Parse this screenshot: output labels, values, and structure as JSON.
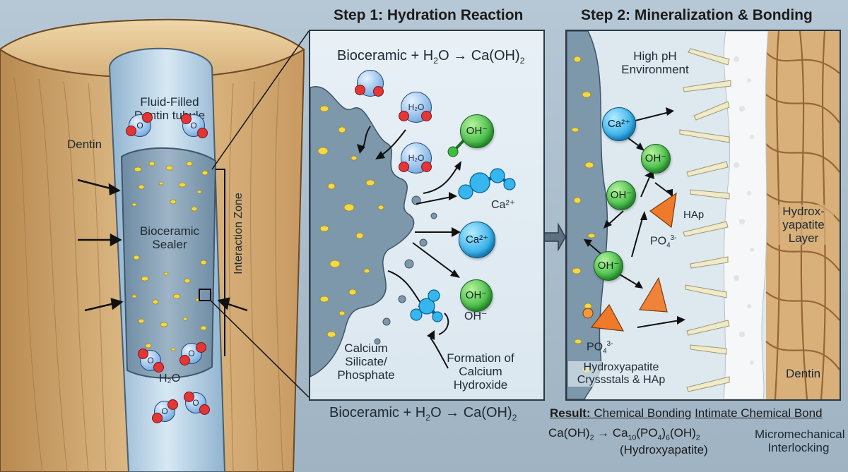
{
  "colors": {
    "dentin": "#d8b27f",
    "sealer": "#7f9bb1",
    "particle": "#f3d94a",
    "ion_green": "#3cbf3e",
    "ion_blue": "#22a7e8",
    "phosphate": "#ee7a2a",
    "crystal": "#f1eac7"
  },
  "left": {
    "fluid_label": "Fluid-Filled Dentin tubule",
    "dentin_label": "Dentin",
    "sealer_label": "Bioceramic Sealer",
    "zone_label": "Interaction Zone",
    "water_label": "H₂O",
    "water_atom": "O"
  },
  "step1": {
    "title": "Step 1: Hydration Reaction",
    "eq_lhs": "Bioceramic + H",
    "eq_sub": "2",
    "eq_mid": "O → Ca(OH)",
    "eq_sub2": "2",
    "water_label": "H₂O",
    "oh_label": "OH⁻",
    "ca_label": "Ca²⁺",
    "ca_text": "Ca²⁺",
    "oh_text": "OH⁻",
    "calcium_label": "Calcium Silicate/ Phosphate",
    "formation_label": "Formation of Calcium Hydroxide",
    "bottom_eq_lhs": "Bioceramic + H",
    "bottom_eq_sub": "2",
    "bottom_eq_mid": "O → Ca(OH)",
    "bottom_eq_sub2": "2"
  },
  "step2": {
    "title": "Step 2: Mineralization & Bonding",
    "ph_label": "High pH Environment",
    "ca_label": "Ca²⁺",
    "oh_label": "OH⁻",
    "hap_label": "HAp",
    "po4_label": "PO",
    "po4_sub": "4",
    "po4_sup": "3-",
    "hydroxyapatite_layer": "Hydrox- yapatite Layer",
    "dentin_label": "Dentin",
    "crystals_label": "Hydroxyapatite Cryssstals & HAp"
  },
  "result": {
    "label": "Result:",
    "text1": " Chemical Bonding",
    "text2": "Intimate Chemical Bond",
    "eq_lhs": "Ca(OH)",
    "eq_lhs_sub": "2",
    "eq_arrow": " → Ca",
    "eq_ca_sub": "10",
    "eq_po4": "(PO",
    "eq_po4_sub": "4",
    "eq_po4_end": ")",
    "eq_po4_sub2": "6",
    "eq_oh": "(OH)",
    "eq_oh_sub": "2",
    "hap_name": "(Hydroxyapatite)",
    "interlock": "Micromechanical Interlocking"
  }
}
